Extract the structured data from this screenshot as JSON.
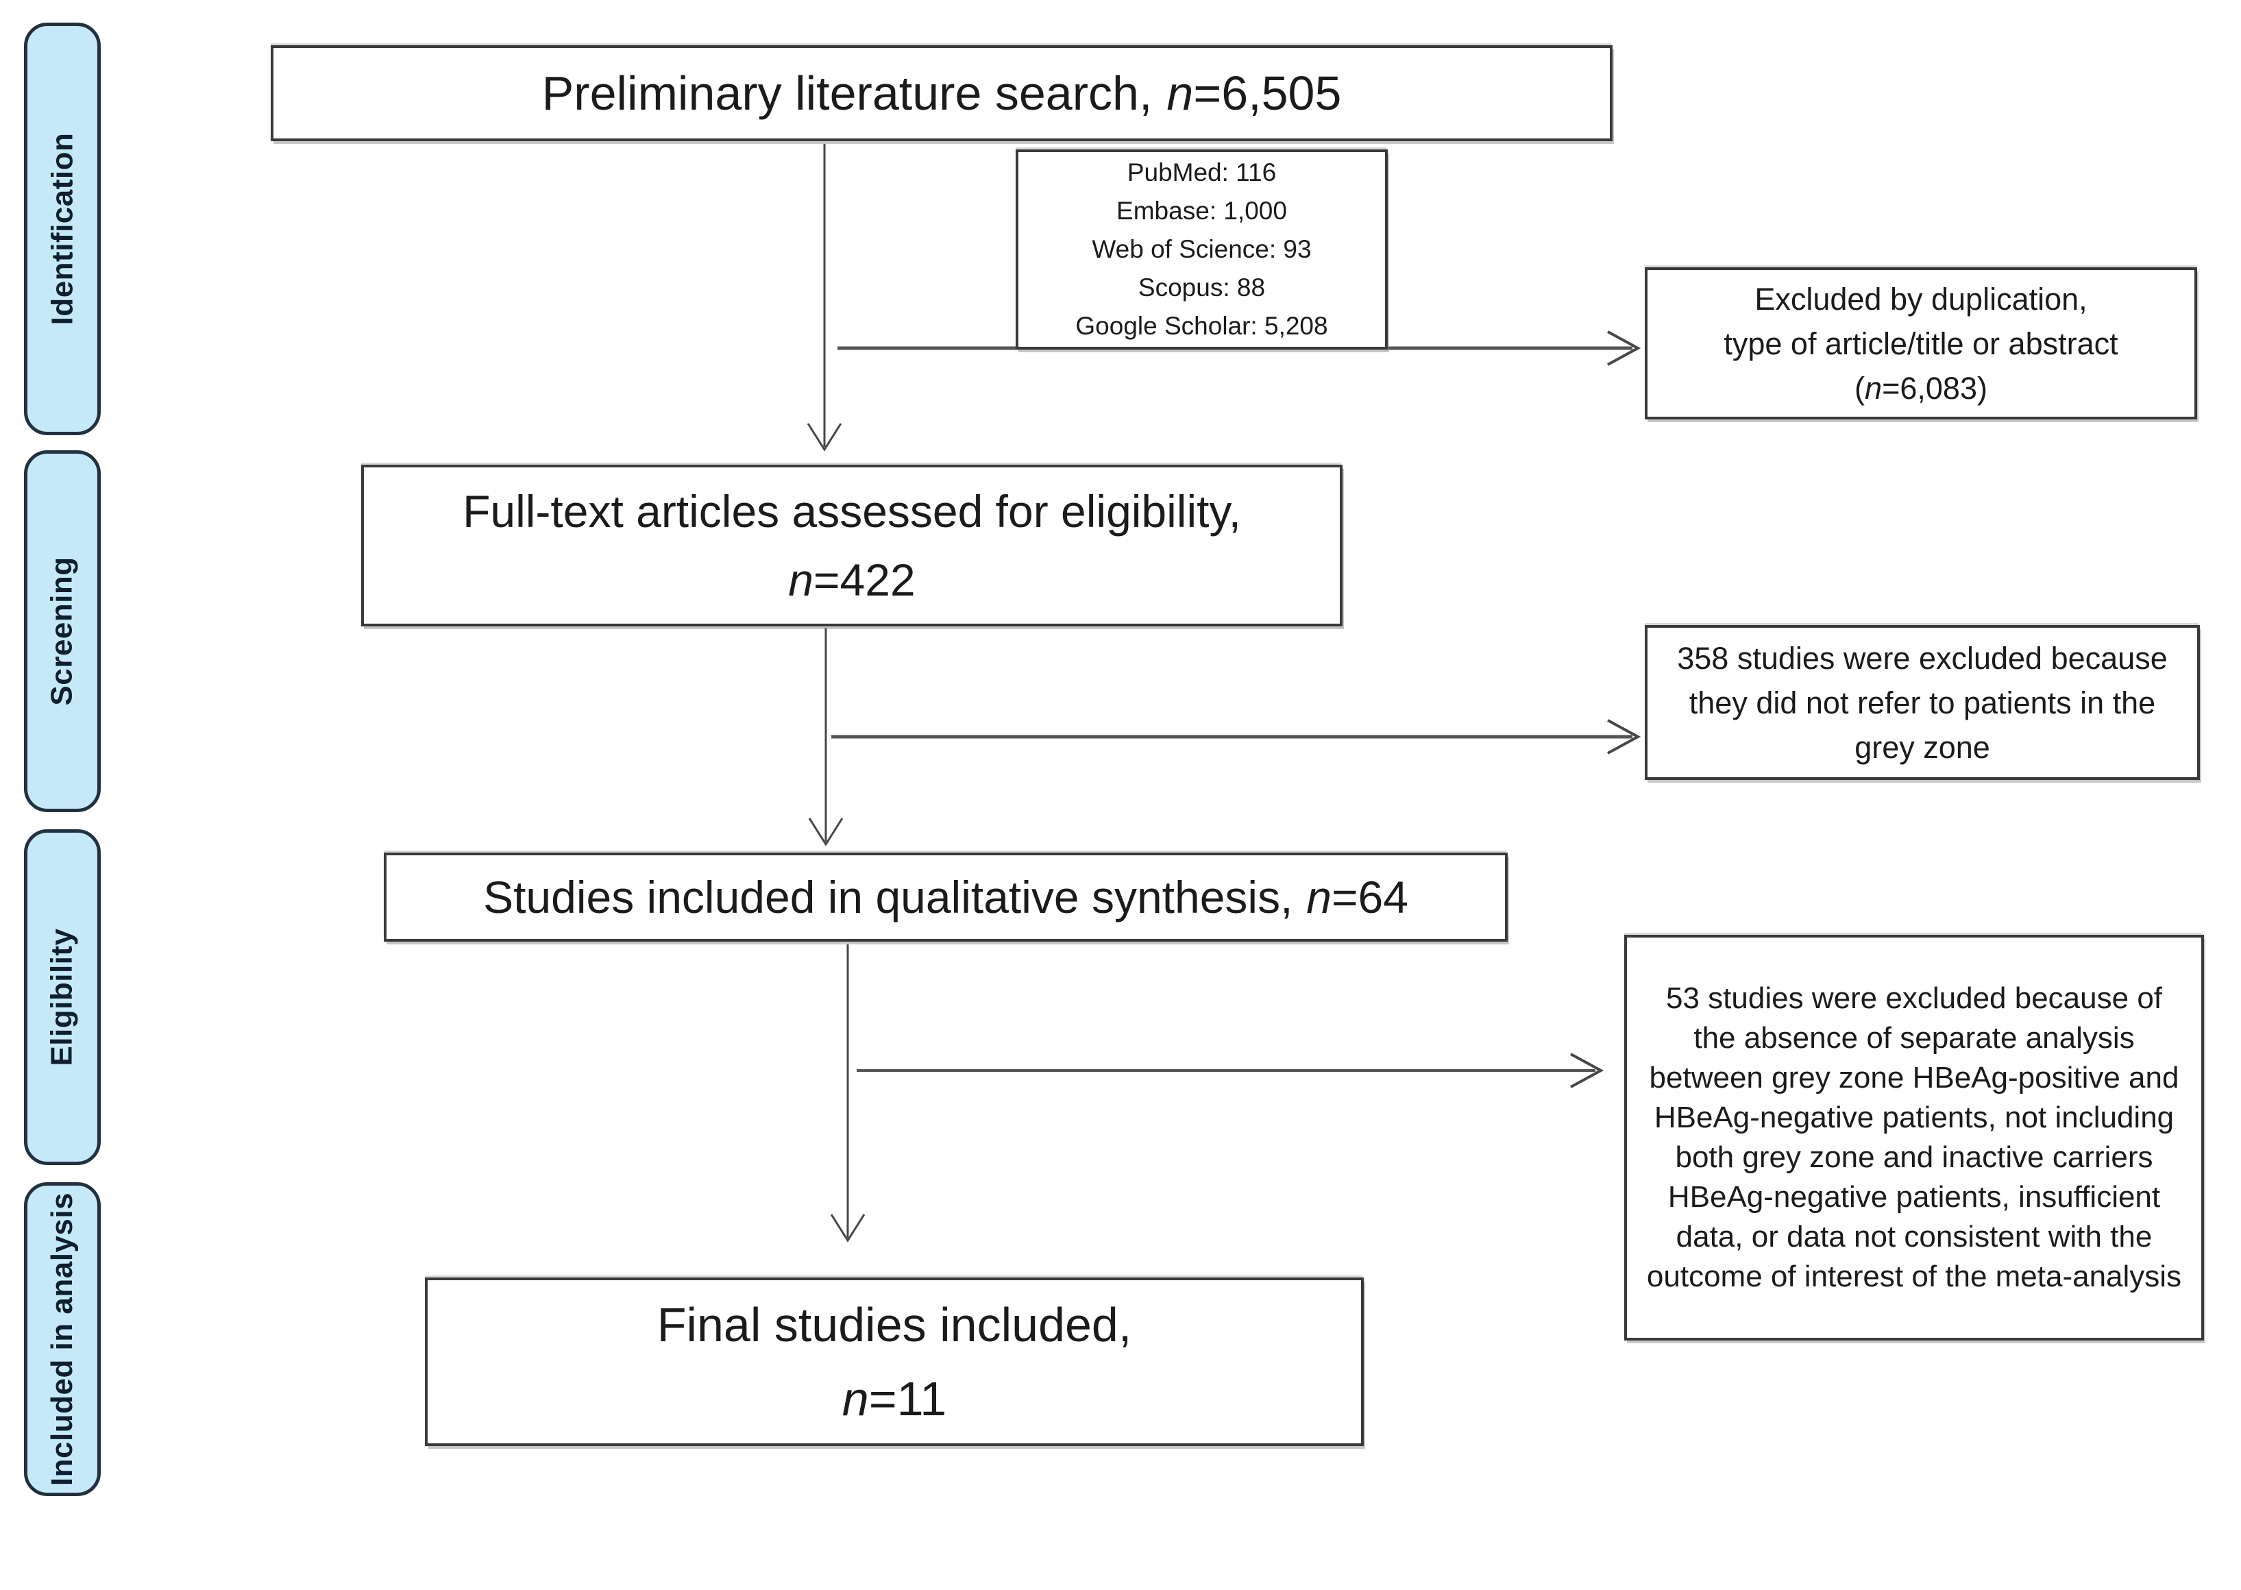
{
  "figure": {
    "type": "prisma-flow-diagram",
    "background": "#ffffff",
    "stage_fill": "#c6e9fa",
    "stage_border": "#22313f",
    "box_border": "#3a3a3a"
  },
  "sidebar": {
    "stages": [
      {
        "label": "Identification"
      },
      {
        "label": "Screening"
      },
      {
        "label": "Eligibility"
      },
      {
        "label": "Included in analysis"
      }
    ]
  },
  "flow": {
    "box1": {
      "label": "Preliminary literature search,",
      "n": "n",
      "value": "=6,505"
    },
    "sources": {
      "lines": [
        "PubMed: 116",
        "Embase: 1,000",
        "Web of Science: 93",
        "Scopus: 88",
        "Google Scholar: 5,208"
      ]
    },
    "box2": {
      "line1": "Full-text articles assessed for eligibility,",
      "n": "n",
      "value": "=422"
    },
    "box3": {
      "label": "Studies included in qualitative synthesis,",
      "n": "n",
      "value": "=64"
    },
    "box4": {
      "line1": "Final studies included,",
      "n": "n",
      "value": "=11"
    }
  },
  "exclusions": {
    "duplication": {
      "line1": "Excluded by duplication,",
      "line2": "type of article/title or abstract",
      "paren": "(",
      "n": "n",
      "rest": "=6,083)"
    },
    "screening": {
      "text": "358 studies were excluded because they did not refer to patients in the grey zone"
    },
    "eligibility": {
      "text": "53 studies were excluded because of the absence of separate analysis between grey zone HBeAg-positive and HBeAg-negative patients, not including both grey zone and inactive carriers HBeAg-negative patients, insufficient data, or data not consistent with the outcome of interest of the meta-analysis"
    }
  }
}
